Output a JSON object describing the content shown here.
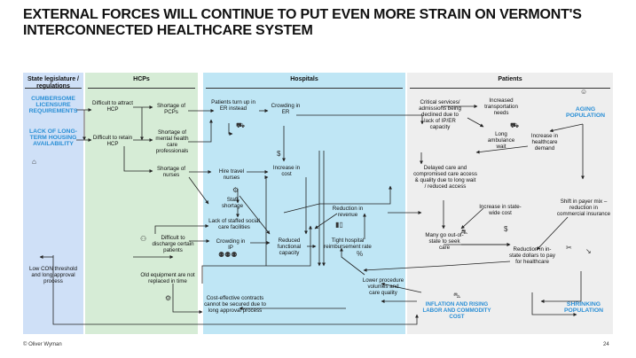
{
  "title": "EXTERNAL FORCES WILL CONTINUE TO PUT EVEN MORE STRAIN ON VERMONT'S INTERCONNECTED HEALTHCARE SYSTEM",
  "columns": {
    "state": "State legislature / regulations",
    "hcps": "HCPs",
    "hospitals": "Hospitals",
    "patients": "Patients"
  },
  "nodes": {
    "licensure": "CUMBERSOME LICENSURE REQUIREMENTS",
    "housing": "LACK OF LONG-TERM HOUSING AVAILABILITY",
    "con": "Low CON threshold and long approval process",
    "attract": "Difficult to attract HCP",
    "retain": "Difficult to retain HCP",
    "shortage_pcp": "Shortage of PCPs",
    "shortage_mh": "Shortage of mental health care professionals",
    "shortage_nurses": "Shortage of nurses",
    "discharge": "Difficult to discharge certain patients",
    "er_turn": "Patients turn up in ER instead",
    "er_crowd": "Crowding in ER",
    "travel": "Hire travel nurses",
    "cost_up": "Increase in cost",
    "staff_short": "Staff shortage",
    "lack_staffed": "Lack of staffed social care facilities",
    "crowd_ip": "Crowding in IP",
    "reduced_cap": "Reduced functional capacity",
    "rev_reduction": "Reduction in revenue",
    "tight": "Tight hospital reimbursement rate",
    "old_equip": "Old equipment are not replaced in time",
    "contracts": "Cost-effective contracts cannot be secured due to long approval process",
    "lower_proc": "Lower procedure volumes and care quality",
    "inflation": "INFLATION AND RISING LABOR AND COMMODITY COST",
    "critical": "Critical services/ admissions being declined due to lack of IP/ER capacity",
    "transport": "Increased transportation needs",
    "ambulance": "Long ambulance wait",
    "aging": "AGING POPULATION",
    "demand": "Increase in healthcare demand",
    "delayed": "Delayed care and compromised care access & quality due to long wait / reduced access",
    "statewide": "Increase in state-wide cost",
    "payer": "Shift in payer mix – reduction in commercial insurance",
    "out_state": "Many go out-of-state to seek care",
    "instate": "Reduction in in-state dollars to pay for healthcare",
    "shrinking": "SHRINKING POPULATION"
  },
  "footer": {
    "source": "© Oliver Wyman",
    "page": "24"
  }
}
